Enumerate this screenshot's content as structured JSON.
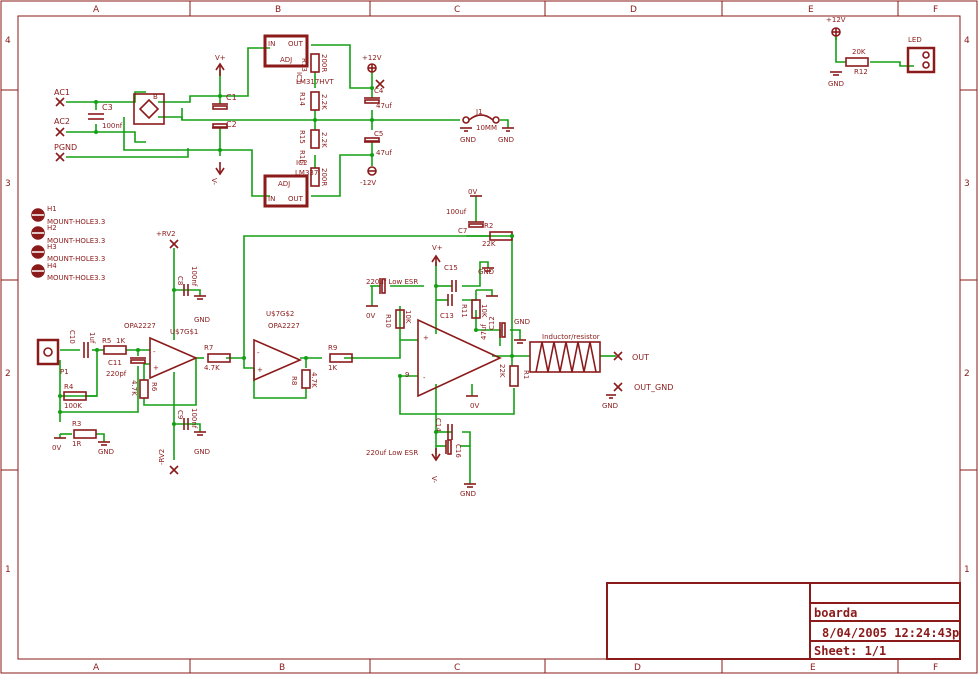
{
  "frame": {
    "col_labels": [
      "A",
      "B",
      "C",
      "D",
      "E",
      "F"
    ],
    "row_labels": [
      "4",
      "3",
      "2",
      "1"
    ]
  },
  "title_block": {
    "name": "boarda",
    "datetime": "8/04/2005 12:24:43p",
    "sheet": "Sheet: 1/1"
  },
  "connectors": {
    "ac1": "AC1",
    "ac2": "AC2",
    "pgnd": "PGND",
    "out": "OUT",
    "out_gnd": "OUT_GND",
    "p1": "P1",
    "j1": "J1",
    "j1_value": "10MM"
  },
  "mount_holes": [
    {
      "name": "H1",
      "value": "MOUNT-HOLE3.3"
    },
    {
      "name": "H2",
      "value": "MOUNT-HOLE3.3"
    },
    {
      "name": "H3",
      "value": "MOUNT-HOLE3.3"
    },
    {
      "name": "H4",
      "value": "MOUNT-HOLE3.3"
    }
  ],
  "regulators": {
    "ic_pos": {
      "pin_in": "IN",
      "pin_out": "OUT",
      "pin_adj": "ADJ",
      "name": "IC1",
      "part": "LM317HVT"
    },
    "ic_neg": {
      "pin_in": "IN",
      "pin_out": "OUT",
      "pin_adj": "ADJ",
      "name": "IC2",
      "part": "LM337"
    }
  },
  "supplies": {
    "vplus": "V+",
    "vminus": "V-",
    "p12": "+12V",
    "m12": "-12V",
    "gnd": "GND",
    "zero_v": "0V",
    "prv2": "+RV2",
    "mrv2": "-RV2"
  },
  "components": {
    "c1": "C1",
    "c2": "C2",
    "c3": "C3",
    "c3_val": "100nf",
    "bridge": "B",
    "r13": "R13",
    "r13_val": "200R",
    "r14": "R14",
    "r14_val": "2.2K",
    "c4": "C4",
    "c4_val": "47uf",
    "r15": "R15",
    "r15_val": "2.2K",
    "r16": "R16",
    "r16_val": "200R",
    "c5": "C5",
    "c5_val": "47uf",
    "c10": "C10",
    "c10_val": "1uf",
    "r5": "R5",
    "r5_val": "1K",
    "c11": "C11",
    "c11_val": "220pf",
    "r4": "R4",
    "r4_val": "100K",
    "r3": "R3",
    "r3_val": "1R",
    "r6": "R6",
    "r6_val": "4.7K",
    "c8": "C8",
    "c8_val": "100nf",
    "c9": "C9",
    "c9_val": "100nf",
    "u1_name": "U$7G$1",
    "u1_part": "OPA2227",
    "r7": "R7",
    "r7_val": "4.7K",
    "u2_name": "U$7G$2",
    "u2_part": "OPA2227",
    "r8": "R8",
    "r8_val": "4.7K",
    "r9": "R9",
    "r9_val": "1K",
    "c7": "C7",
    "c7_val": "100uf",
    "r2": "R2",
    "r2_val": "22K",
    "c15": "C15",
    "c15_val": "220uf Low ESR",
    "c13": "C13",
    "r10": "R10",
    "r10_val": "10K",
    "r11": "R11",
    "r11_val": "10K",
    "c12": "C12",
    "c12_val": "47uf",
    "r1": "R1",
    "r1_val": "22K",
    "c14": "C14",
    "c16": "C16",
    "c16_val": "220uf Low ESR",
    "inductor": "Inductor/resistor",
    "r12": "R12",
    "r12_val": "20K",
    "led": "LED"
  }
}
